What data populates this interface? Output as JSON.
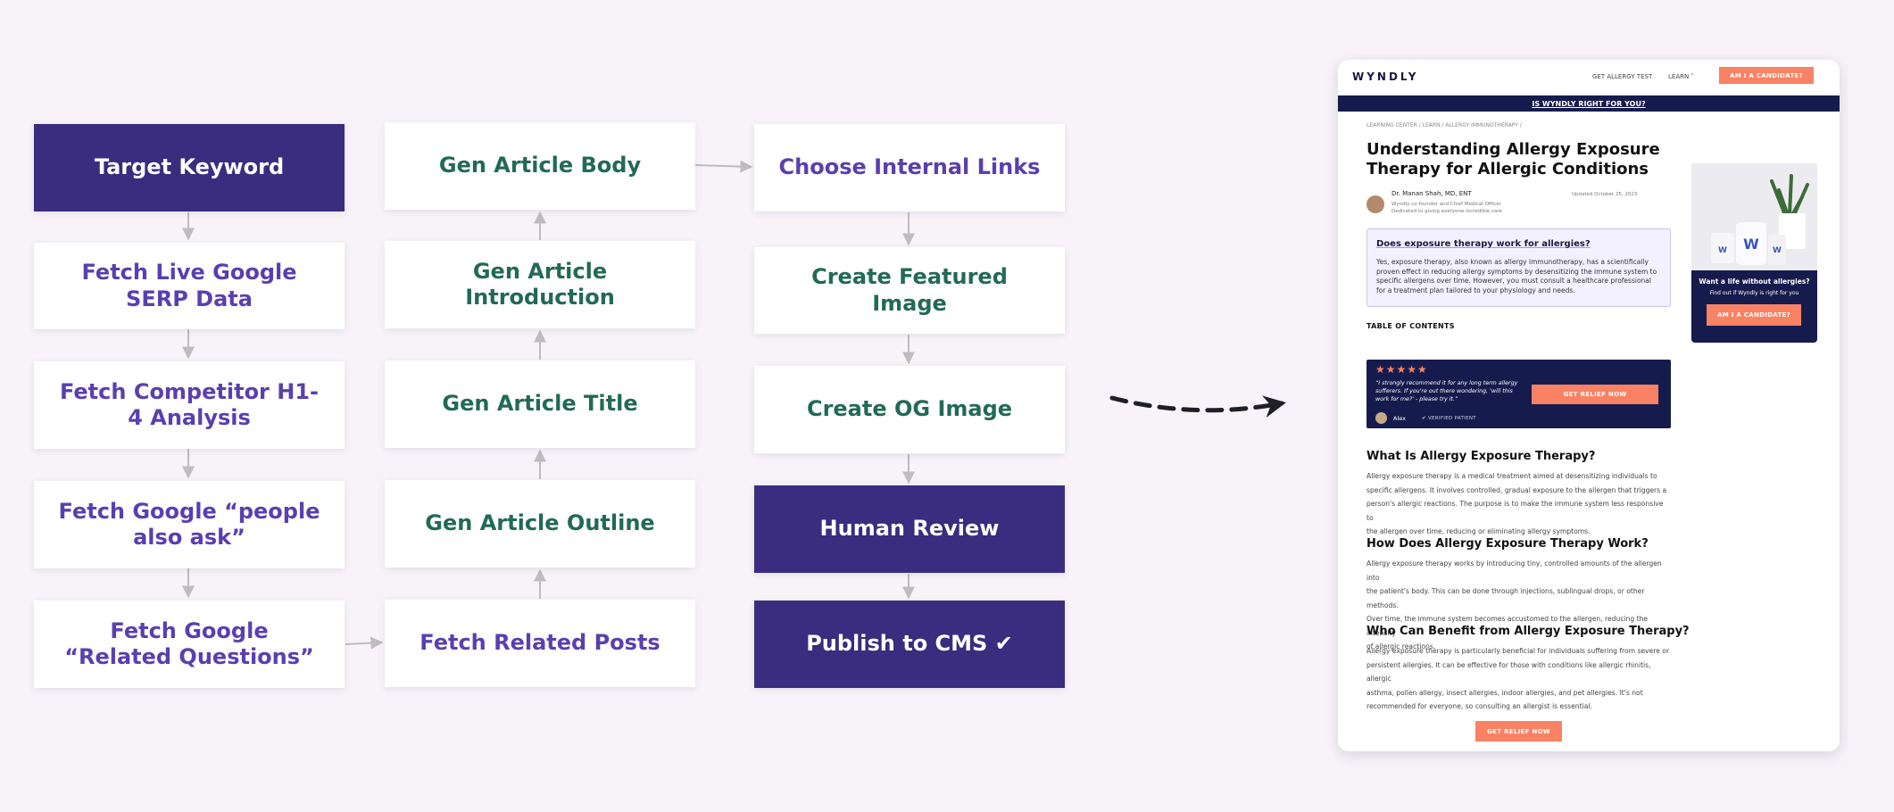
{
  "flow": {
    "col1": [
      "Target Keyword",
      "Fetch Live Google SERP Data",
      "Fetch Competitor H1-4 Analysis",
      "Fetch Google “people also ask”",
      "Fetch Google “Related Questions”"
    ],
    "col2": [
      "Gen Article Body",
      "Gen Article Introduction",
      "Gen Article Title",
      "Gen Article Outline",
      "Fetch Related Posts"
    ],
    "col3": [
      "Choose Internal Links",
      "Create Featured Image",
      "Create OG Image",
      "Human Review",
      "Publish to CMS ✔"
    ]
  },
  "colors": {
    "dark": "#3a2c7e",
    "purple": "#5a3fb0",
    "green": "#226a55",
    "accent": "#f98264",
    "navy": "#161b4d",
    "arrow": "#bdbdbd"
  },
  "page": {
    "logo": "WYNDLY",
    "nav": [
      "GET ALLERGY TEST",
      "LEARN ˅"
    ],
    "cta": "AM I A CANDIDATE?",
    "banner": "IS WYNDLY RIGHT FOR YOU?",
    "breadcrumb": "LEARNING CENTER  /  LEARN  /  ALLERGY IMMUNOTHERAPY  /",
    "title_line1": "Understanding Allergy Exposure",
    "title_line2": "Therapy for Allergic Conditions",
    "author": {
      "name": "Dr. Manan Shah, MD, ENT",
      "role": "Wyndly co-founder and Chief Medical Officer",
      "tagline": "Dedicated to giving everyone incredible care",
      "updated": "Updated October 25, 2023"
    },
    "faq": {
      "question": "Does exposure therapy work for allergies?",
      "answer": "Yes, exposure therapy, also known as allergy immunotherapy, has a scientifically proven effect in reducing allergy symptoms by desensitizing the immune system to specific allergens over time. However, you must consult a healthcare professional for a treatment plan tailored to your physiology and needs."
    },
    "toc": "TABLE OF CONTENTS",
    "testimonial": {
      "stars": "★★★★★",
      "quote": "“I strongly recommend it for any long term allergy sufferers. If you're out there wondering, 'will this work for me?' - please try it.”",
      "author": "Alex",
      "verified": "✔ VERIFIED PATIENT",
      "cta": "GET RELIEF NOW"
    },
    "sections": [
      {
        "heading": "What Is Allergy Exposure Therapy?",
        "lines": [
          "Allergy exposure therapy is a medical treatment aimed at desensitizing individuals to",
          "specific allergens. It involves controlled, gradual exposure to the allergen that triggers a",
          "person's allergic reactions. The purpose is to make the immune system less responsive to",
          "the allergen over time, reducing or eliminating allergy symptoms."
        ]
      },
      {
        "heading": "How Does Allergy Exposure Therapy Work?",
        "lines": [
          "Allergy exposure therapy works by introducing tiny, controlled amounts of the allergen into",
          "the patient's body. This can be done through injections, sublingual drops, or other methods.",
          "Over time, the immune system becomes accustomed to the allergen, reducing the intensity",
          "of allergic reactions."
        ]
      },
      {
        "heading": "Who Can Benefit from Allergy Exposure Therapy?",
        "lines": [
          "Allergy exposure therapy is particularly beneficial for individuals suffering from severe or",
          "persistent allergies. It can be effective for those with conditions like allergic rhinitis, allergic",
          "asthma, pollen allergy, insect allergies, indoor allergies, and pet allergies. It's not",
          "recommended for everyone, so consulting an allergist is essential."
        ]
      }
    ],
    "bottom_cta": "GET RELIEF NOW",
    "sidebar": {
      "heading": "Want a life without allergies?",
      "sub": "Find out if Wyndly is right for you",
      "cta": "AM I A CANDIDATE?",
      "bottle_letter": "W"
    }
  }
}
